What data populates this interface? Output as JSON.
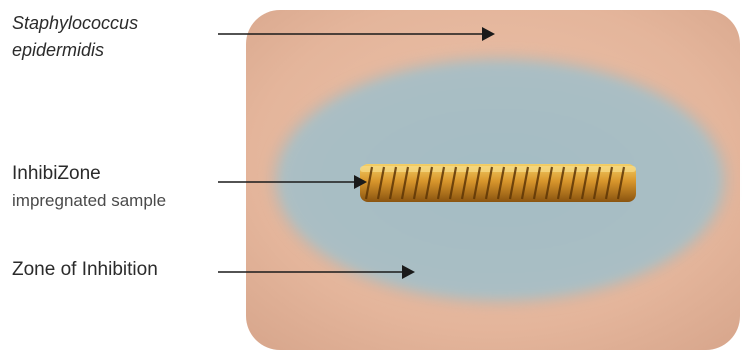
{
  "labels": {
    "organism_line1": "Staphylococcus",
    "organism_line2": "epidermidis",
    "sample_title": "InhibiZone",
    "sample_subtitle": "impregnated sample",
    "zone": "Zone of Inhibition"
  },
  "colors": {
    "agar": "#e6b9a1",
    "zone": "#a9bdc3",
    "sample": "#c98a24",
    "arrow": "#1a1a1a"
  }
}
